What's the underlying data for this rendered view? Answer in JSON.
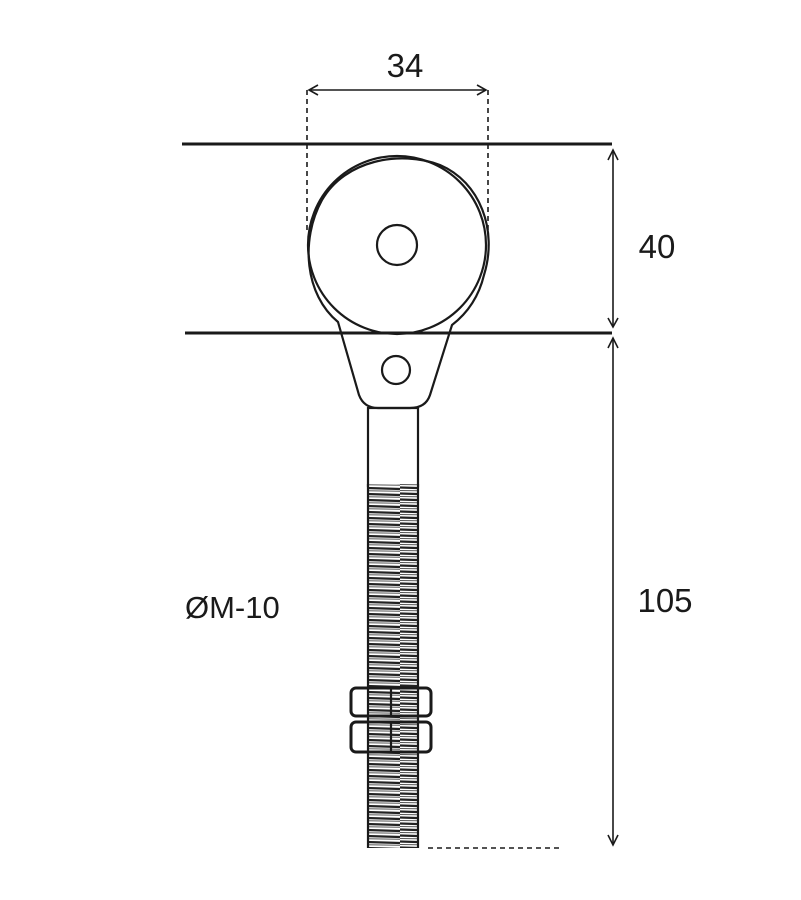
{
  "diagram": {
    "dimension_width": "34",
    "dimension_height_top": "40",
    "dimension_height_bottom": "105",
    "thread_label": "ØM-10"
  }
}
